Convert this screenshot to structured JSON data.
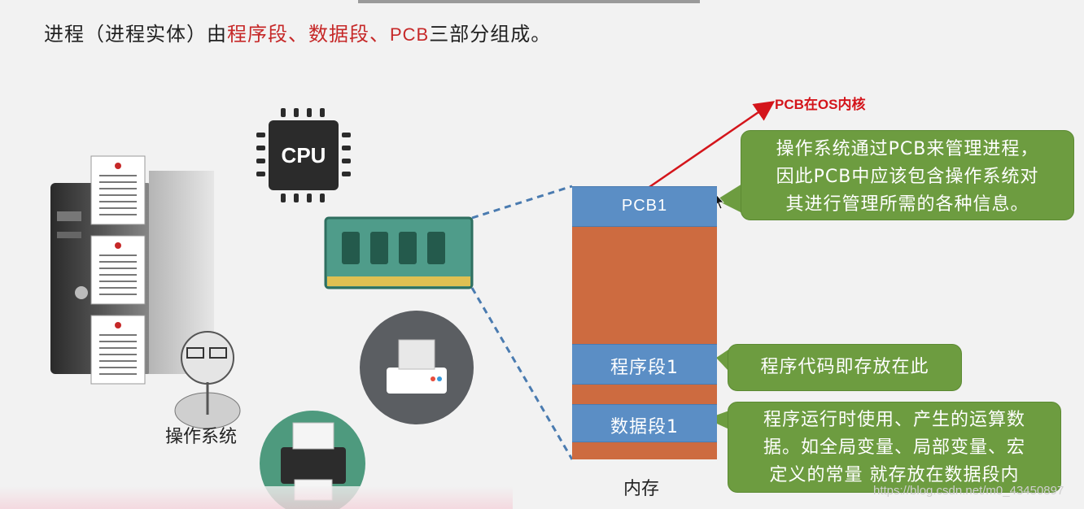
{
  "heading": {
    "part1": "进程（进程实体）由",
    "program_segment": "程序段",
    "sep1": "、",
    "data_segment": "数据段",
    "sep2": "、",
    "pcb": "PCB",
    "part2": "三部分组成。"
  },
  "diagram": {
    "cpu_label": "CPU",
    "os_label": "操作系统",
    "memory_label": "内存",
    "pcb_annotation": "PCB在OS内核",
    "segments": {
      "pcb": "PCB1",
      "program": "程序段1",
      "data": "数据段1"
    },
    "bubbles": {
      "pcb_info": [
        "操作系统通过PCB来管理进程，",
        "因此PCB中应该包含操作系统对",
        "其进行管理所需的各种信息。"
      ],
      "program_info": [
        "程序代码即存放在此"
      ],
      "data_info": [
        "程序运行时使用、产生的运算数",
        "据。如全局变量、局部变量、宏",
        "定义的常量 就存放在数据段内"
      ]
    }
  },
  "watermark": "https://blog.csdn.net/m0_43450897",
  "colors": {
    "accent_red": "#c62828",
    "segment_blue": "#5b8ec5",
    "segment_orange": "#cd6b40",
    "bubble_green": "#6d9c40",
    "annotation_red": "#d4151b"
  }
}
